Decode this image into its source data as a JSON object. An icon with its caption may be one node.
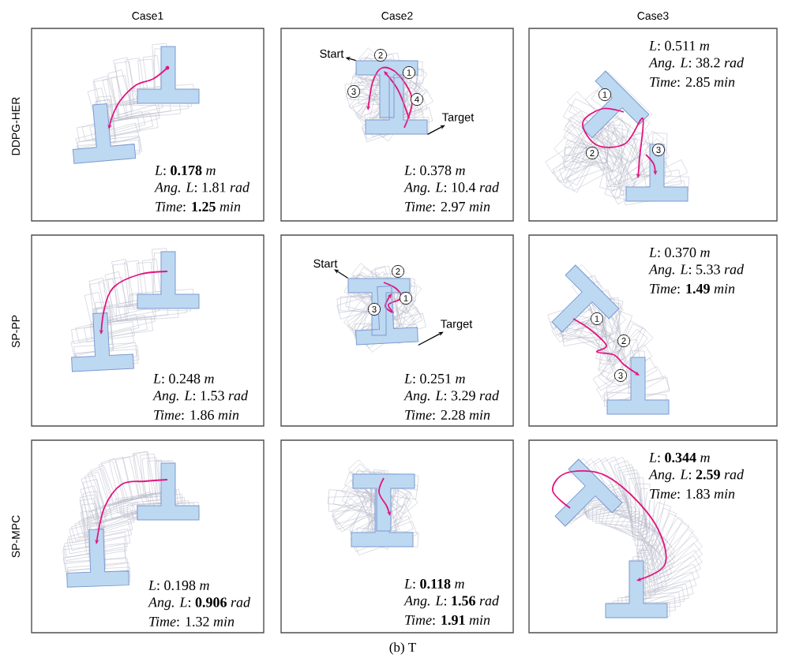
{
  "diagram": {
    "caption": "(b) T",
    "nodes": [
      {
        "text": [
          "*L*: **0.178** *m*",
          "*Ang. L*: 1.81 *rad*",
          "*Time*: **1.25** *min*"
        ]
      },
      {
        "text": [
          "*L*: 0.378 *m*",
          "*Ang. L*: 10.4 *rad*",
          "*Time*: 2.97 *min*"
        ]
      },
      {
        "text": [
          "Start"
        ],
        "in": 1
      },
      {
        "text": [],
        "shape": "picture",
        "in": 1
      },
      {
        "text": [
          "Target"
        ],
        "in": 1
      },
      {
        "text": [
          "*L*: 0.511 *m*",
          "*Ang. L*: 38.2 *rad*",
          "*Time*: 2.85 *min*"
        ]
      },
      {
        "text": [
          "*L*: 0.248 *m*",
          "*Ang. L*: 1.53 *rad*",
          "*Time*: 1.86 *min*"
        ]
      },
      {
        "text": [
          "*L*: 0.251 *m*",
          "*Ang. L*: 3.29 *rad*",
          "*Time*: 2.28 *min*"
        ]
      },
      {
        "text": [
          "Start"
        ],
        "in": 7
      },
      {
        "text": [],
        "shape": "picture",
        "in": 7
      },
      {
        "text": [
          "Target"
        ],
        "in": 7
      },
      {
        "text": [
          "*L*: 0.370 *m*",
          "*Ang. L*: 5.33 *rad*",
          "*Time*: **1.49** *min*"
        ]
      },
      {
        "text": [
          "*L*: 0.198 *m*",
          "*Ang. L*: **0.906** *rad*",
          "*Time*: 1.32 *min*"
        ]
      },
      {
        "text": [
          "*L*: **0.118** *m*",
          "*Ang. L*: **1.56** *rad*",
          "*Time*: **1.91** *min*"
        ]
      },
      {
        "text": [
          "*L*: **0.344** *m*",
          "*Ang. L*: **2.59** *rad*",
          "*Time*: 1.83 *min*"
        ]
      }
    ],
    "edges": [
      {
        "from": 3,
        "to": 2,
        "arrow": "to"
      },
      {
        "from": 3,
        "to": 4,
        "arrow": "to"
      },
      {
        "from": 9,
        "to": 8,
        "arrow": "to"
      },
      {
        "from": 9,
        "to": 10,
        "arrow": "to"
      }
    ],
    "labels": [
      "Case1",
      "Case2",
      "Case3",
      "DDPG-HER",
      "2",
      "1",
      "3",
      "4",
      "1",
      "2",
      "3",
      "SP-PP",
      "2",
      "1",
      "3",
      "1",
      "2",
      "3",
      "SP-MPC"
    ]
  }
}
